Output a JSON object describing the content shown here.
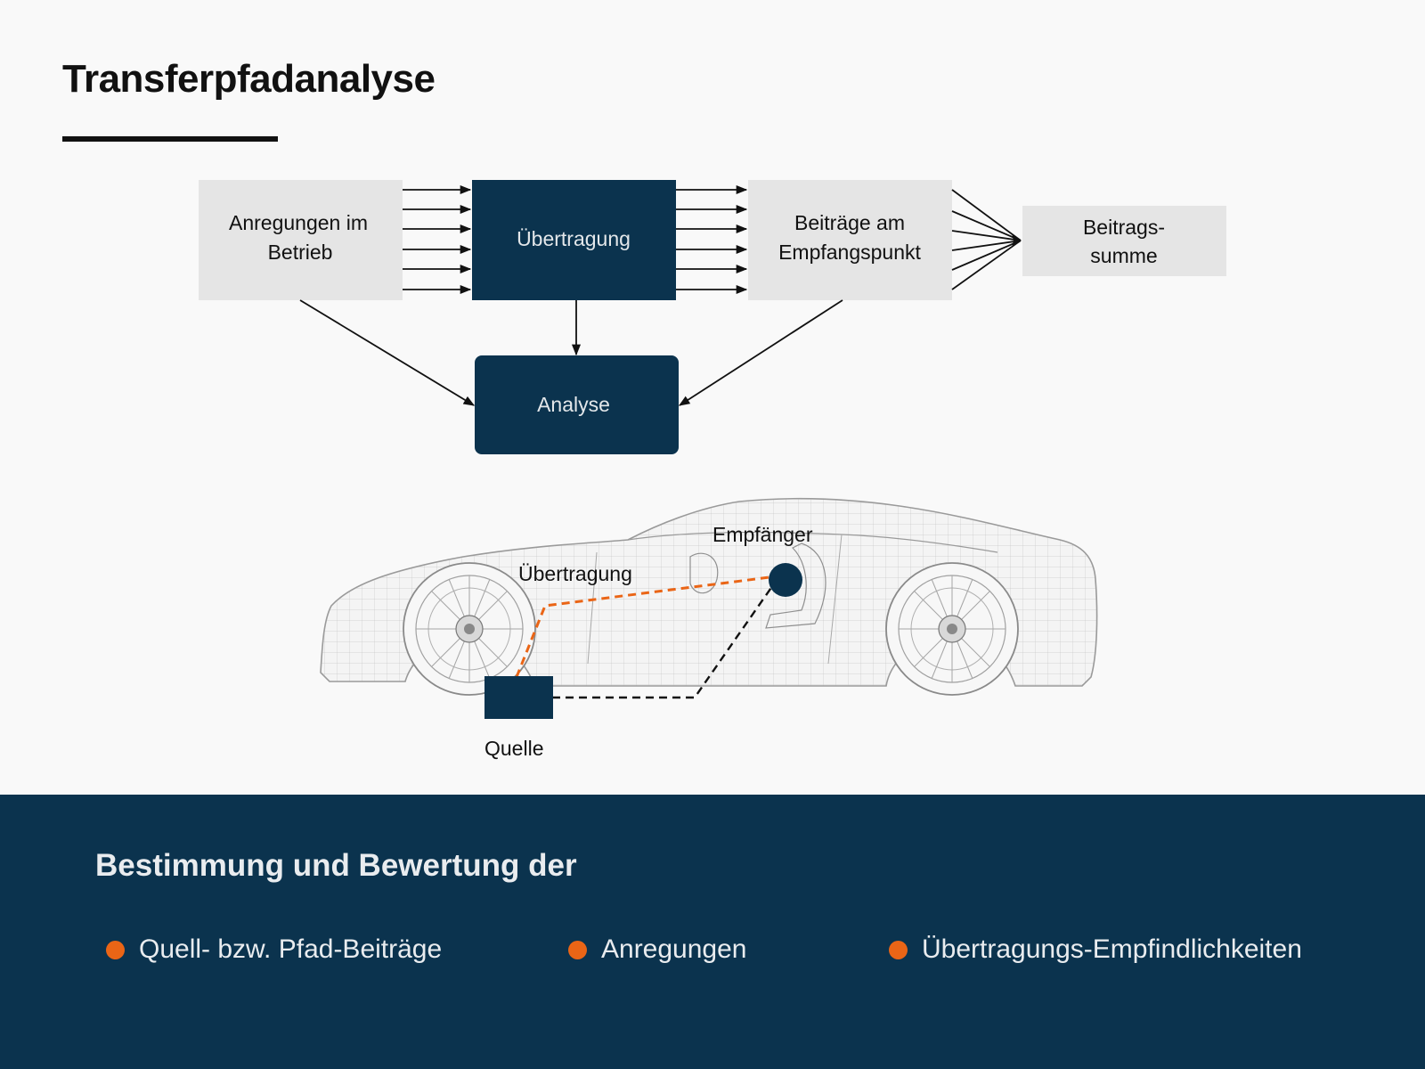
{
  "page": {
    "title": "Transferpfadanalyse"
  },
  "diagram": {
    "boxes": {
      "anregungen": [
        "Anregungen im",
        "Betrieb"
      ],
      "uebertragung": "Übertragung",
      "beitraege": [
        "Beiträge am",
        "Empfangspunkt"
      ],
      "summe": [
        "Beitrags-",
        "summe"
      ],
      "analyse": "Analyse"
    },
    "car": {
      "empfaenger_label": "Empfänger",
      "uebertragung_label": "Übertragung",
      "quelle_label": "Quelle"
    }
  },
  "footer": {
    "heading": "Bestimmung und Bewertung der",
    "bullets": [
      "Quell- bzw. Pfad-Beiträge",
      "Anregungen",
      "Übertragungs-Empfindlichkeiten"
    ]
  },
  "colors": {
    "navy": "#0b334e",
    "light_box": "#e5e5e5",
    "accent_orange": "#ea6516",
    "background": "#f9f9f9"
  }
}
